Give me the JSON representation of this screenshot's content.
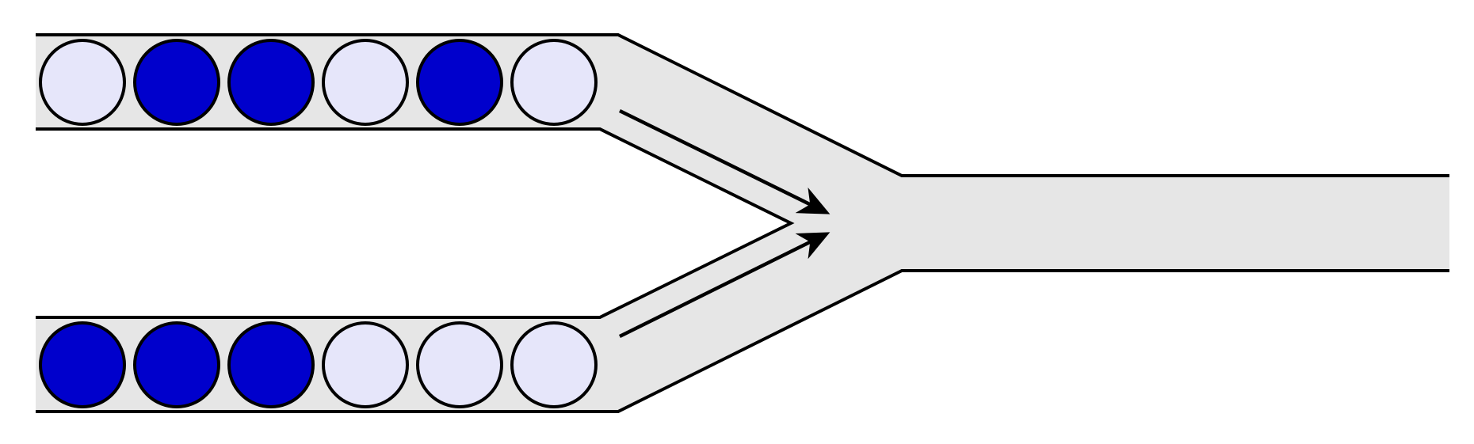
{
  "diagram": {
    "kind": "y-junction-merging-channels",
    "colors": {
      "background": "#ffffff",
      "channel_fill": "#e6e6e6",
      "outline": "#000000",
      "bead_dark": "#0000cc",
      "bead_light": "#e6e6fa"
    },
    "channels": {
      "upper_inlet": {
        "beads": [
          "light",
          "dark",
          "dark",
          "light",
          "dark",
          "light"
        ]
      },
      "lower_inlet": {
        "beads": [
          "dark",
          "dark",
          "dark",
          "light",
          "light",
          "light"
        ]
      },
      "outlet": {
        "beads": []
      }
    },
    "arrows": [
      {
        "from": "upper_inlet",
        "to": "junction"
      },
      {
        "from": "lower_inlet",
        "to": "junction"
      }
    ]
  }
}
